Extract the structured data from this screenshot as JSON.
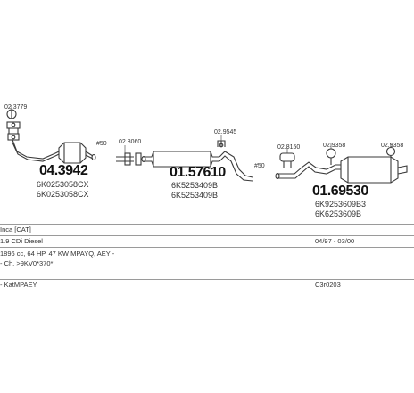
{
  "parts": {
    "clamp_top": "02.3779",
    "cat": {
      "number": "04.3942",
      "oe": [
        "6K0253058CX",
        "6K0253058CX"
      ]
    },
    "dia50_a": "#50",
    "clamp_mid": "02.8060",
    "middle": {
      "number": "01.57610",
      "oe": [
        "6K5253409B",
        "6K5253409B"
      ]
    },
    "clamp_right": "02.9545",
    "dia50_b": "#50",
    "hanger_a": "02.8150",
    "hanger_b": "02.9358",
    "hanger_c": "02.9358",
    "rear": {
      "number": "01.69530",
      "oe": [
        "6K9253609B3",
        "6K6253609B"
      ]
    }
  },
  "info": {
    "row1_left": "Inca [CAT]",
    "row2_left": "1.9 CDi Diesel",
    "row2_right": "04/97 - 03/00",
    "row3_left": "1896 cc, 64 HP, 47 KW MPAYQ, AEY -",
    "row4_left": "- Ch. >9KV0*370*",
    "row5_left": "- KatMPAEY",
    "row5_right": "C3r0203"
  },
  "colors": {
    "line": "#3a3a3a",
    "rule": "#9a9a9a"
  }
}
